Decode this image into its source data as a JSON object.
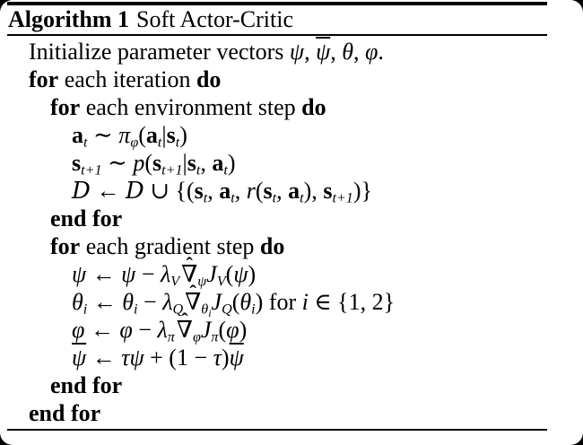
{
  "colors": {
    "outside_background": "#000000",
    "page_background": "#ffffff",
    "text": "#000000",
    "rule": "#000000"
  },
  "algorithm": {
    "title_label": "Algorithm 1",
    "title_text": "Soft Actor-Critic",
    "lines": [
      {
        "indent": 0,
        "segments": [
          [
            "Initialize parameter vectors ",
            "r"
          ],
          [
            "ψ",
            "i"
          ],
          [
            ", ",
            "r"
          ],
          [
            "ψ",
            "bar"
          ],
          [
            ", ",
            "r"
          ],
          [
            "θ",
            "i"
          ],
          [
            ", ",
            "r"
          ],
          [
            "φ",
            "i"
          ],
          [
            ".",
            "r"
          ]
        ]
      },
      {
        "indent": 0,
        "segments": [
          [
            "for",
            "k"
          ],
          [
            " each iteration ",
            "r"
          ],
          [
            "do",
            "k"
          ]
        ]
      },
      {
        "indent": 1,
        "segments": [
          [
            "for",
            "k"
          ],
          [
            " each environment step ",
            "r"
          ],
          [
            "do",
            "k"
          ]
        ]
      },
      {
        "indent": 2,
        "segments": [
          [
            "a",
            "b"
          ],
          [
            "t",
            "s"
          ],
          [
            " ∼ ",
            "r"
          ],
          [
            "π",
            "i"
          ],
          [
            "φ",
            "s"
          ],
          [
            "(",
            "r"
          ],
          [
            "a",
            "b"
          ],
          [
            "t",
            "s"
          ],
          [
            "|",
            "r"
          ],
          [
            "s",
            "b"
          ],
          [
            "t",
            "s"
          ],
          [
            ")",
            "r"
          ]
        ]
      },
      {
        "indent": 2,
        "segments": [
          [
            "s",
            "b"
          ],
          [
            "t+1",
            "s"
          ],
          [
            " ∼ ",
            "r"
          ],
          [
            "p",
            "i"
          ],
          [
            "(",
            "r"
          ],
          [
            "s",
            "b"
          ],
          [
            "t+1",
            "s"
          ],
          [
            "|",
            "r"
          ],
          [
            "s",
            "b"
          ],
          [
            "t",
            "s"
          ],
          [
            ", ",
            "r"
          ],
          [
            "a",
            "b"
          ],
          [
            "t",
            "s"
          ],
          [
            ")",
            "r"
          ]
        ]
      },
      {
        "indent": 2,
        "segments": [
          [
            "D",
            "c"
          ],
          [
            " ← ",
            "r"
          ],
          [
            "D",
            "c"
          ],
          [
            " ∪ {(",
            "r"
          ],
          [
            "s",
            "b"
          ],
          [
            "t",
            "s"
          ],
          [
            ", ",
            "r"
          ],
          [
            "a",
            "b"
          ],
          [
            "t",
            "s"
          ],
          [
            ", ",
            "r"
          ],
          [
            "r",
            "i"
          ],
          [
            "(",
            "r"
          ],
          [
            "s",
            "b"
          ],
          [
            "t",
            "s"
          ],
          [
            ", ",
            "r"
          ],
          [
            "a",
            "b"
          ],
          [
            "t",
            "s"
          ],
          [
            "), ",
            "r"
          ],
          [
            "s",
            "b"
          ],
          [
            "t+1",
            "s"
          ],
          [
            ")}",
            "r"
          ]
        ]
      },
      {
        "indent": 1,
        "segments": [
          [
            "end for",
            "k"
          ]
        ]
      },
      {
        "indent": 1,
        "segments": [
          [
            "for",
            "k"
          ],
          [
            " each gradient step ",
            "r"
          ],
          [
            "do",
            "k"
          ]
        ]
      },
      {
        "indent": 2,
        "segments": [
          [
            "ψ",
            "i"
          ],
          [
            " ← ",
            "r"
          ],
          [
            "ψ",
            "i"
          ],
          [
            " − ",
            "r"
          ],
          [
            "λ",
            "i"
          ],
          [
            "V",
            "s"
          ],
          [
            "∇",
            "hat"
          ],
          [
            "ψ",
            "s"
          ],
          [
            "J",
            "i"
          ],
          [
            "V",
            "s"
          ],
          [
            "(",
            "r"
          ],
          [
            "ψ",
            "i"
          ],
          [
            ")",
            "r"
          ]
        ]
      },
      {
        "indent": 2,
        "segments": [
          [
            "θ",
            "i"
          ],
          [
            "i",
            "s"
          ],
          [
            " ← ",
            "r"
          ],
          [
            "θ",
            "i"
          ],
          [
            "i",
            "s"
          ],
          [
            " − ",
            "r"
          ],
          [
            "λ",
            "i"
          ],
          [
            "Q",
            "s"
          ],
          [
            "∇",
            "hat"
          ],
          [
            "θ",
            "s"
          ],
          [
            "i",
            "ss"
          ],
          [
            "J",
            "i"
          ],
          [
            "Q",
            "s"
          ],
          [
            "(",
            "r"
          ],
          [
            "θ",
            "i"
          ],
          [
            "i",
            "s"
          ],
          [
            ") for ",
            "r"
          ],
          [
            "i",
            "i"
          ],
          [
            " ∈ {1, 2}",
            "r"
          ]
        ]
      },
      {
        "indent": 2,
        "segments": [
          [
            "φ",
            "i"
          ],
          [
            " ← ",
            "r"
          ],
          [
            "φ",
            "i"
          ],
          [
            " − ",
            "r"
          ],
          [
            "λ",
            "i"
          ],
          [
            "π",
            "s"
          ],
          [
            "∇",
            "hat"
          ],
          [
            "φ",
            "s"
          ],
          [
            "J",
            "i"
          ],
          [
            "π",
            "s"
          ],
          [
            "(",
            "r"
          ],
          [
            "φ",
            "i"
          ],
          [
            ")",
            "r"
          ]
        ]
      },
      {
        "indent": 2,
        "segments": [
          [
            "ψ",
            "bar"
          ],
          [
            " ← ",
            "r"
          ],
          [
            "τ",
            "i"
          ],
          [
            "ψ",
            "i"
          ],
          [
            " + (1 − ",
            "r"
          ],
          [
            "τ",
            "i"
          ],
          [
            ")",
            "r"
          ],
          [
            "ψ",
            "bar"
          ]
        ]
      },
      {
        "indent": 1,
        "segments": [
          [
            "end for",
            "k"
          ]
        ]
      },
      {
        "indent": 0,
        "segments": [
          [
            "end for",
            "k"
          ]
        ]
      }
    ]
  }
}
